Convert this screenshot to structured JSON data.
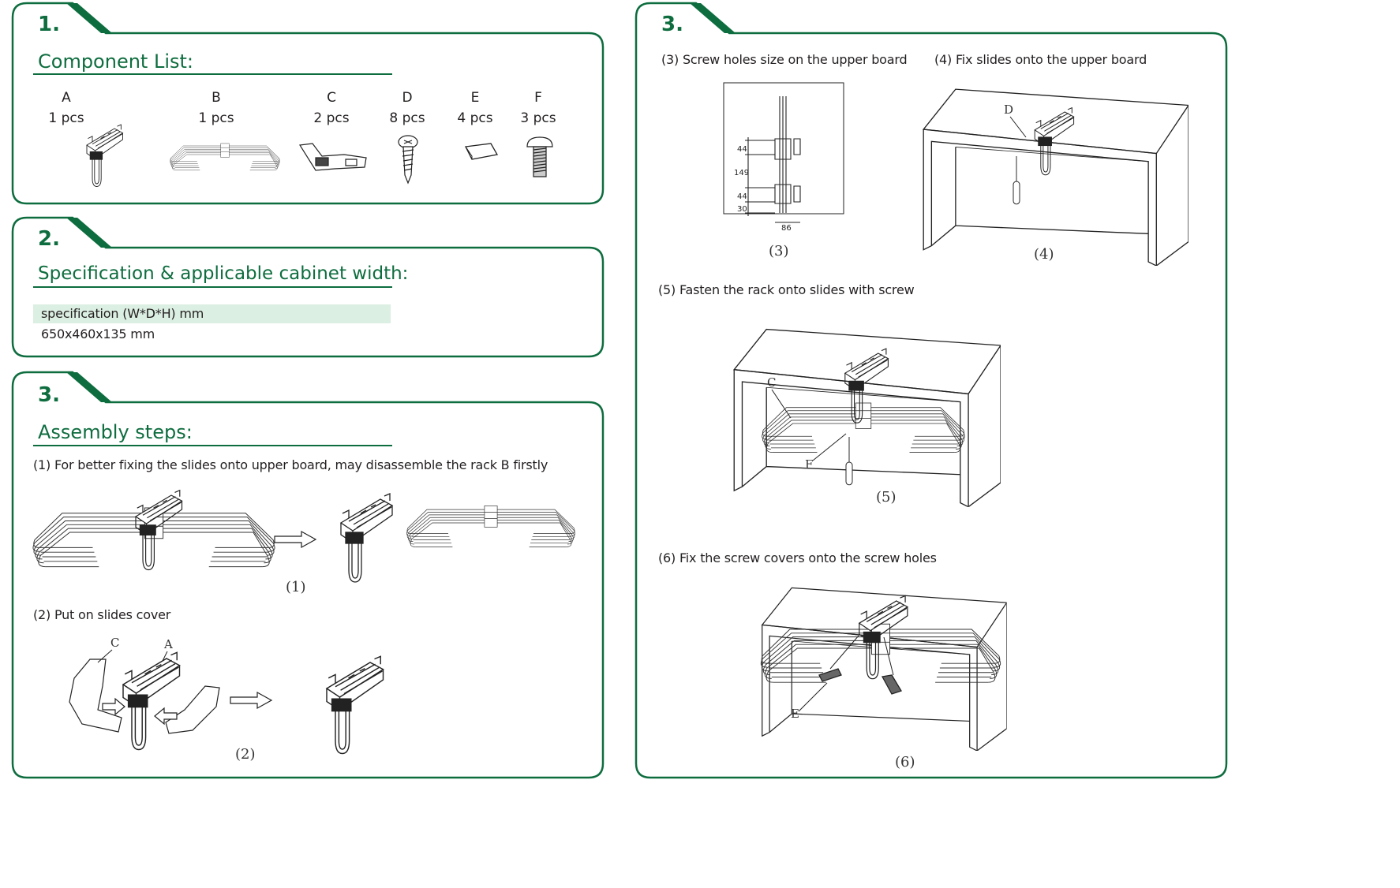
{
  "section1": {
    "number": "1.",
    "heading": "Component List:",
    "components": [
      {
        "letter": "A",
        "qty": "1 pcs",
        "icon": "slide-assembly-icon"
      },
      {
        "letter": "B",
        "qty": "1 pcs",
        "icon": "trouser-rack-icon"
      },
      {
        "letter": "C",
        "qty": "2 pcs",
        "icon": "slide-cover-icon"
      },
      {
        "letter": "D",
        "qty": "8 pcs",
        "icon": "wood-screw-icon"
      },
      {
        "letter": "E",
        "qty": "4 pcs",
        "icon": "screw-cover-icon"
      },
      {
        "letter": "F",
        "qty": "3 pcs",
        "icon": "machine-screw-icon"
      }
    ]
  },
  "section2": {
    "number": "2.",
    "heading": "Specification & applicable cabinet width:",
    "spec_label": "specification (W*D*H) mm",
    "spec_value": "650x460x135 mm"
  },
  "section3_left": {
    "number": "3.",
    "heading": "Assembly steps:",
    "step1": {
      "text": "(1)  For better fixing the slides onto upper board, may disassemble the rack B firstly",
      "caption": "(1)"
    },
    "step2": {
      "text": "(2) Put on slides cover",
      "caption": "(2)",
      "label_c": "C",
      "label_a": "A"
    }
  },
  "section3_right": {
    "number": "3.",
    "step3": {
      "text": "(3)  Screw holes size on the upper board",
      "caption": "(3)",
      "dims": [
        "44",
        "149",
        "44",
        "30",
        "86"
      ]
    },
    "step4": {
      "text": "(4) Fix slides onto the upper board",
      "caption": "(4)",
      "label_d": "D"
    },
    "step5": {
      "text": "(5) Fasten the rack onto slides with screw",
      "caption": "(5)",
      "label_c": "C",
      "label_f": "F"
    },
    "step6": {
      "text": "(6) Fix the screw covers onto the screw holes",
      "caption": "(6)",
      "label_e": "E"
    }
  },
  "colors": {
    "accent": "#0e6d3f",
    "spec_bg": "#dcefe3",
    "text": "#231f20"
  }
}
